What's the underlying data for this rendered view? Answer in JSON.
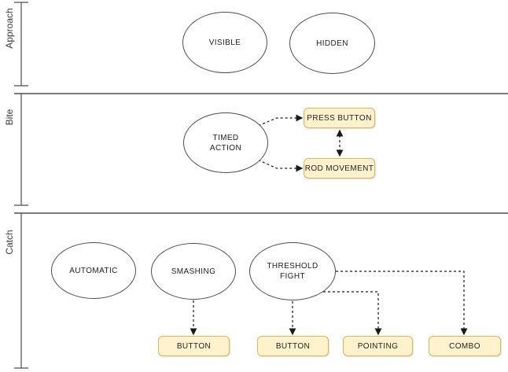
{
  "diagram": {
    "lanes": [
      {
        "label": "Approach"
      },
      {
        "label": "Bite"
      },
      {
        "label": "Catch"
      }
    ],
    "nodes": {
      "visible": {
        "label": "VISIBLE",
        "shape": "ellipse",
        "lane": "Approach"
      },
      "hidden": {
        "label": "HIDDEN",
        "shape": "ellipse",
        "lane": "Approach"
      },
      "timed_action": {
        "label": "TIMED ACTION",
        "shape": "ellipse",
        "lane": "Bite"
      },
      "press_button": {
        "label": "PRESS BUTTON",
        "shape": "action-rect",
        "lane": "Bite"
      },
      "rod_movement": {
        "label": "ROD MOVEMENT",
        "shape": "action-rect",
        "lane": "Bite"
      },
      "automatic": {
        "label": "AUTOMATIC",
        "shape": "ellipse",
        "lane": "Catch"
      },
      "smashing": {
        "label": "SMASHING",
        "shape": "ellipse",
        "lane": "Catch"
      },
      "threshold_fight": {
        "label": "THRESHOLD FIGHT",
        "shape": "ellipse",
        "lane": "Catch"
      },
      "button_smashing": {
        "label": "BUTTON",
        "shape": "action-rect",
        "lane": "Catch"
      },
      "button_threshold": {
        "label": "BUTTON",
        "shape": "action-rect",
        "lane": "Catch"
      },
      "pointing": {
        "label": "POINTING",
        "shape": "action-rect",
        "lane": "Catch"
      },
      "combo": {
        "label": "COMBO",
        "shape": "action-rect",
        "lane": "Catch"
      }
    },
    "edges": [
      {
        "from": "TIMED ACTION",
        "to": "PRESS BUTTON",
        "style": "dashed-arrow"
      },
      {
        "from": "TIMED ACTION",
        "to": "ROD MOVEMENT",
        "style": "dashed-arrow"
      },
      {
        "from": "PRESS BUTTON",
        "to": "ROD MOVEMENT",
        "style": "dashed-double-arrow"
      },
      {
        "from": "SMASHING",
        "to": "BUTTON",
        "style": "dashed-arrow"
      },
      {
        "from": "THRESHOLD FIGHT",
        "to": "BUTTON",
        "style": "dashed-arrow"
      },
      {
        "from": "THRESHOLD FIGHT",
        "to": "POINTING",
        "style": "dashed-arrow"
      },
      {
        "from": "THRESHOLD FIGHT",
        "to": "COMBO",
        "style": "dashed-arrow"
      }
    ],
    "colors": {
      "action_fill": "#FFF2CC",
      "action_border": "#D6B656",
      "shape_stroke": "#4D4D4D",
      "arrow": "#191919",
      "lane_line": "#4F4F4F",
      "text": "#222222"
    }
  }
}
